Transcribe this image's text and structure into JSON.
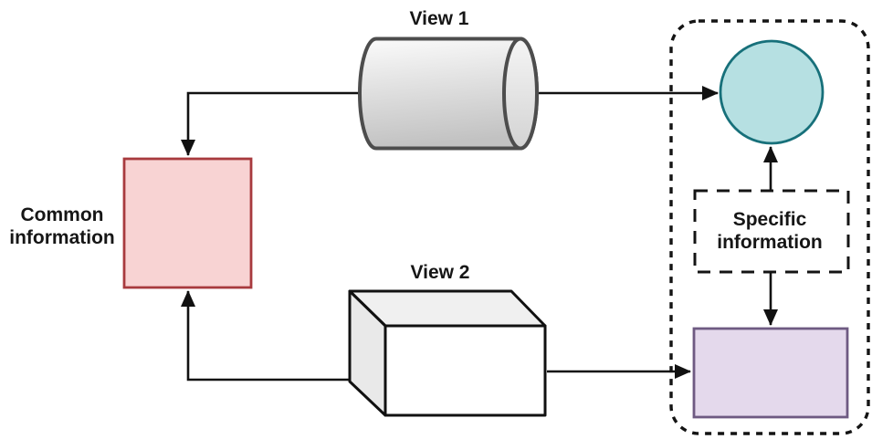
{
  "nodes": {
    "view1": {
      "label": "View 1",
      "shape": "cylinder",
      "fill_top": "#fbfbfb",
      "fill_bottom": "#c2c2c2",
      "border": "#4d4d4d"
    },
    "view2": {
      "label": "View 2",
      "shape": "box3d",
      "fill": "#ffffff",
      "border": "#111111"
    },
    "common_information": {
      "label": "Common information",
      "label_line1": "Common",
      "label_line2": "information",
      "fill": "#f8d3d3",
      "border": "#a83a3e"
    },
    "specific_information": {
      "label": "Specific information",
      "label_line1": "Specific",
      "label_line2": "information",
      "border": "#141414",
      "style": "dashed"
    },
    "merged_circle": {
      "shape": "circle",
      "fill": "#b6e0e2",
      "border": "#17707a"
    },
    "specific_output": {
      "shape": "rectangle",
      "fill": "#e4d9ec",
      "border": "#6e5a82"
    },
    "group_container": {
      "shape": "rounded-rectangle",
      "style": "dashed",
      "border": "#141414"
    }
  },
  "connections": [
    {
      "from": "view1",
      "to": "common_information"
    },
    {
      "from": "view1",
      "to": "merged_circle"
    },
    {
      "from": "view2",
      "to": "common_information"
    },
    {
      "from": "view2",
      "to": "specific_output"
    },
    {
      "from": "specific_information",
      "to": "merged_circle"
    },
    {
      "from": "specific_information",
      "to": "specific_output"
    }
  ]
}
